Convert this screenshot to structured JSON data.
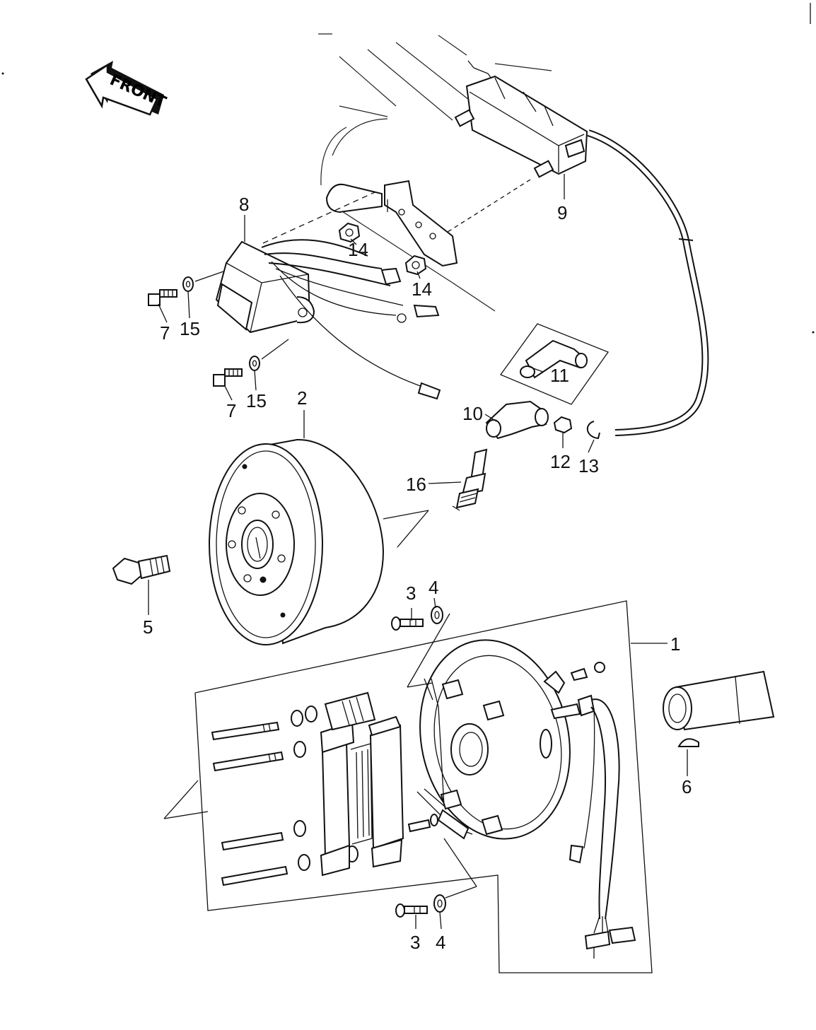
{
  "direction_label": "FRONT",
  "callouts": {
    "c1": "1",
    "c2": "2",
    "c3a": "3",
    "c4a": "4",
    "c3b": "3",
    "c4b": "4",
    "c5": "5",
    "c6": "6",
    "c7a": "7",
    "c15a": "15",
    "c7b": "7",
    "c15b": "15",
    "c8": "8",
    "c9": "9",
    "c10": "10",
    "c11": "11",
    "c12": "12",
    "c13": "13",
    "c14a": "14",
    "c14b": "14",
    "c16": "16"
  }
}
